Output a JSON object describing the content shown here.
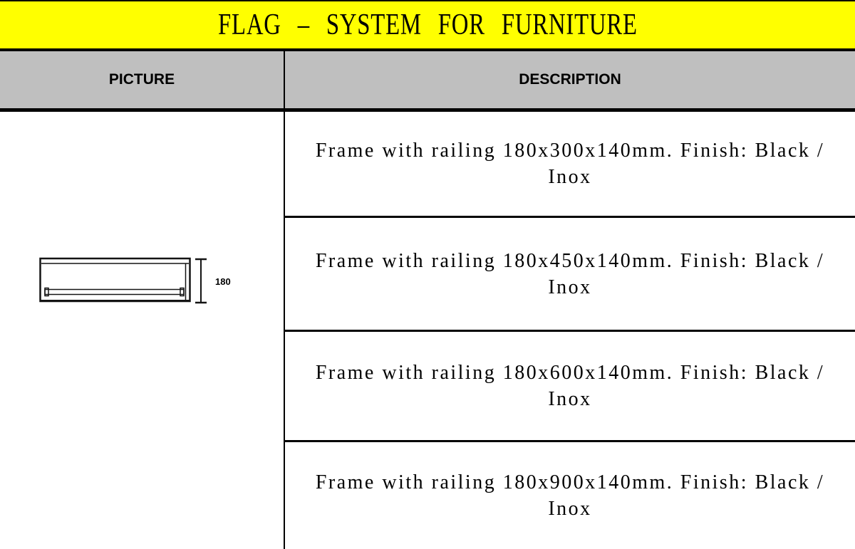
{
  "banner": {
    "title": "FLAG – SYSTEM FOR FURNITURE",
    "background_color": "#FFFF00"
  },
  "table": {
    "header_background_color": "#BFBFBF",
    "columns": [
      {
        "label": "PICTURE"
      },
      {
        "label": "DESCRIPTION"
      }
    ],
    "rows": [
      {
        "description": "Frame with railing 180x300x140mm. Finish: Black / Inox"
      },
      {
        "description": "Frame with railing 180x450x140mm. Finish: Black / Inox"
      },
      {
        "description": "Frame with railing 180x600x140mm. Finish: Black / Inox"
      },
      {
        "description": "Frame with railing 180x900x140mm. Finish: Black / Inox"
      }
    ]
  },
  "drawing": {
    "dimension_label": "180"
  }
}
